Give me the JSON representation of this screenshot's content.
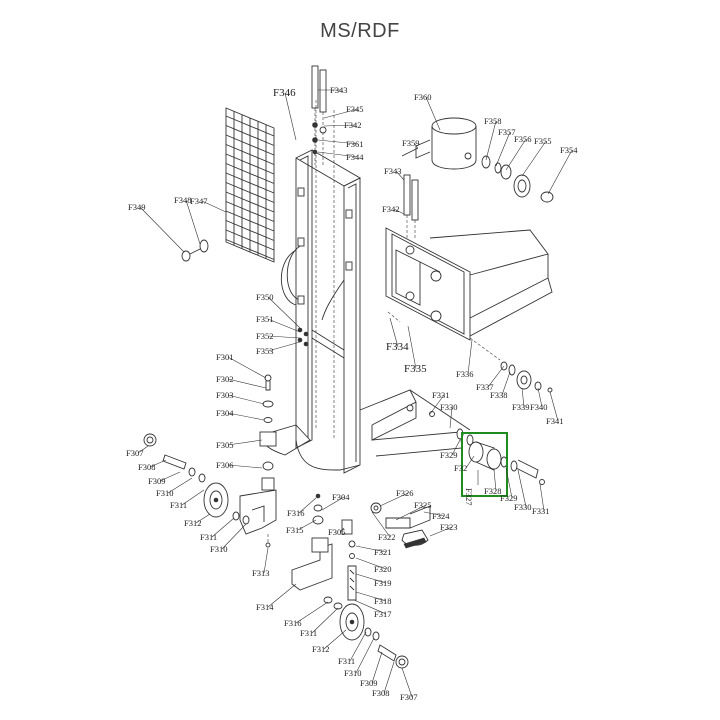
{
  "title": "MS/RDF",
  "highlight_color": "#1e8c1e",
  "highlight_label": "F327",
  "labels": [
    "F346",
    "F343",
    "F345",
    "F342",
    "F361",
    "F344",
    "F360",
    "F359",
    "F358",
    "F357",
    "F356",
    "F355",
    "F354",
    "F343",
    "F342",
    "F347",
    "F348",
    "F349",
    "F350",
    "F351",
    "F352",
    "F353",
    "F334",
    "F335",
    "F336",
    "F337",
    "F338",
    "F339",
    "F340",
    "F341",
    "F301",
    "F302",
    "F303",
    "F304",
    "F305",
    "F306",
    "F331",
    "F330",
    "F329",
    "F32",
    "F328",
    "F327",
    "F329",
    "F330",
    "F331",
    "F307",
    "F308",
    "F309",
    "F310",
    "F311",
    "F312",
    "F311",
    "F310",
    "F313",
    "F316",
    "F304",
    "F315",
    "F305",
    "F326",
    "F325",
    "F324",
    "F323",
    "F322",
    "F321",
    "F320",
    "F319",
    "F318",
    "F317",
    "F314",
    "F316",
    "F311",
    "F312",
    "F311",
    "F310",
    "F309",
    "F308",
    "F307"
  ]
}
